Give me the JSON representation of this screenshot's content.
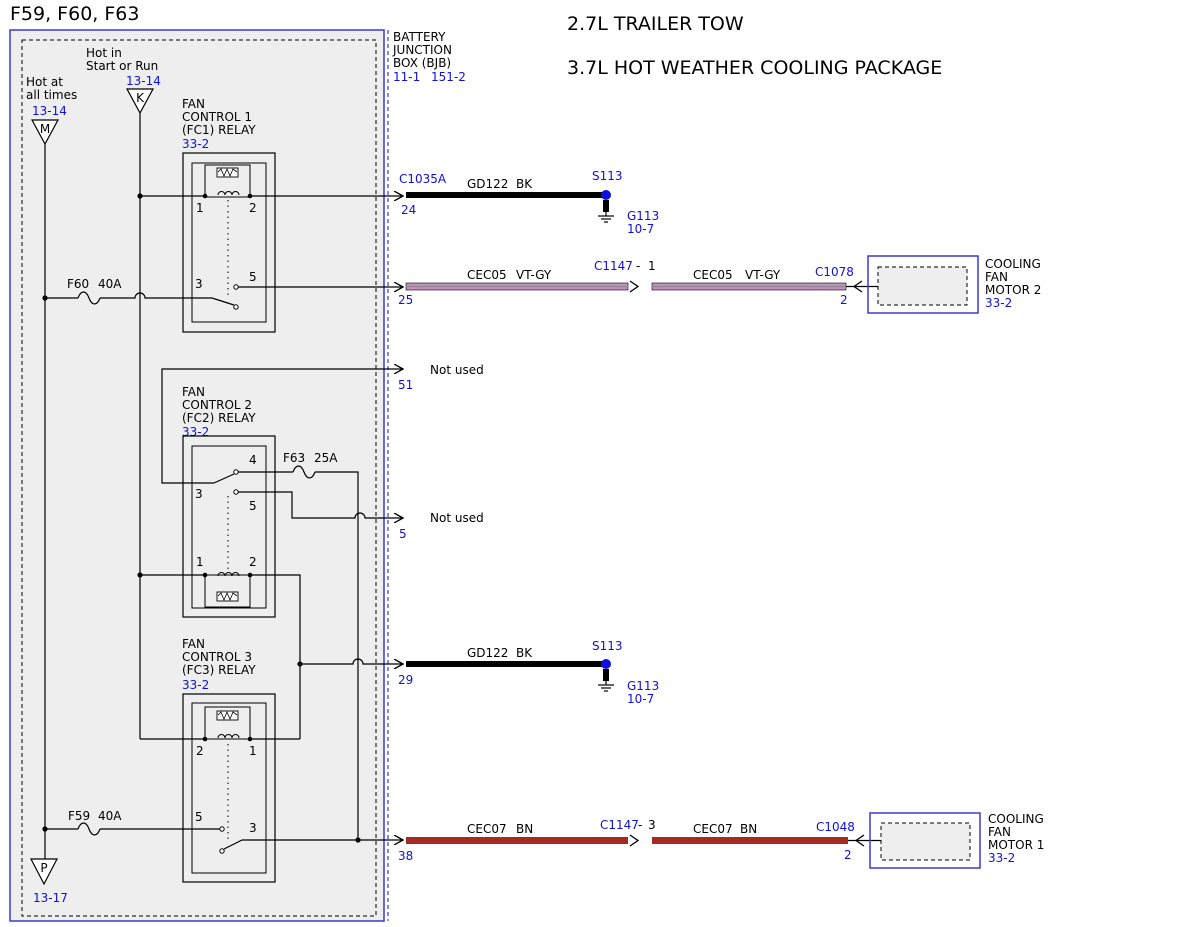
{
  "title": "F59, F60, F63",
  "headings": [
    "2.7L TRAILER TOW",
    "3.7L HOT WEATHER COOLING PACKAGE"
  ],
  "bjb": {
    "lines": [
      "BATTERY",
      "JUNCTION",
      "BOX (BJB)"
    ],
    "refs": [
      "11-1",
      "151-2"
    ]
  },
  "power_sources": {
    "hot_at_all_times": {
      "lines": [
        "Hot at",
        "all times"
      ],
      "ref": "13-14",
      "letter": "M"
    },
    "hot_in_start_run": {
      "lines": [
        "Hot in",
        "Start or Run"
      ],
      "ref": "13-14",
      "letter": "K"
    },
    "output_p": {
      "letter": "P",
      "ref": "13-17"
    }
  },
  "relays": {
    "fc1": {
      "lines": [
        "FAN",
        "CONTROL 1",
        "(FC1) RELAY"
      ],
      "ref": "33-2",
      "pins": [
        "1",
        "2",
        "3",
        "5"
      ]
    },
    "fc2": {
      "lines": [
        "FAN",
        "CONTROL 2",
        "(FC2) RELAY"
      ],
      "ref": "33-2",
      "pins": [
        "4",
        "3",
        "5",
        "1",
        "2"
      ]
    },
    "fc3": {
      "lines": [
        "FAN",
        "CONTROL 3",
        "(FC3) RELAY"
      ],
      "ref": "33-2",
      "pins": [
        "2",
        "1",
        "5",
        "3"
      ]
    }
  },
  "fuses": {
    "f60": {
      "name": "F60",
      "rating": "40A"
    },
    "f63": {
      "name": "F63",
      "rating": "25A"
    },
    "f59": {
      "name": "F59",
      "rating": "40A"
    }
  },
  "connectors": {
    "c1035a": "C1035A",
    "pins": {
      "p24": "24",
      "p25": "25",
      "p51": "51",
      "p5": "5",
      "p29": "29",
      "p38": "38"
    },
    "not_used": "Not used"
  },
  "wires": {
    "gd122_top": {
      "circuit": "GD122",
      "color": "BK"
    },
    "gd122_mid": {
      "circuit": "GD122",
      "color": "BK"
    },
    "cec05_a": {
      "circuit": "CEC05",
      "color": "VT-GY"
    },
    "cec05_b": {
      "circuit": "CEC05",
      "color": "VT-GY"
    },
    "cec07_a": {
      "circuit": "CEC07",
      "color": "BN"
    },
    "cec07_b": {
      "circuit": "CEC07",
      "color": "BN"
    }
  },
  "splices": {
    "s113_top": "S113",
    "s113_mid": "S113"
  },
  "grounds": {
    "g113_top": {
      "name": "G113",
      "ref": "10-7"
    },
    "g113_mid": {
      "name": "G113",
      "ref": "10-7"
    }
  },
  "inline_connectors": {
    "c1147_top": "C1147",
    "c1147_top_pin": "1",
    "c1147_top_dash": "-",
    "c1147_bot": "C1147",
    "c1147_bot_pin": "3",
    "c1147_bot_dash": "-",
    "c1078": "C1078",
    "c1078_pin": "2",
    "c1048": "C1048",
    "c1048_pin": "2"
  },
  "motors": {
    "motor2": {
      "lines": [
        "COOLING",
        "FAN",
        "MOTOR 2"
      ],
      "ref": "33-2"
    },
    "motor1": {
      "lines": [
        "COOLING",
        "FAN",
        "MOTOR 1"
      ],
      "ref": "33-2"
    }
  },
  "colors": {
    "line": "#000000",
    "ref_blue": "#1010dd",
    "box_blue": "#3a3ad0",
    "wire_violet_gray": "#c78fc2",
    "wire_brown": "#a52a22",
    "wire_black": "#000000",
    "box_fill": "#eeeeee"
  }
}
